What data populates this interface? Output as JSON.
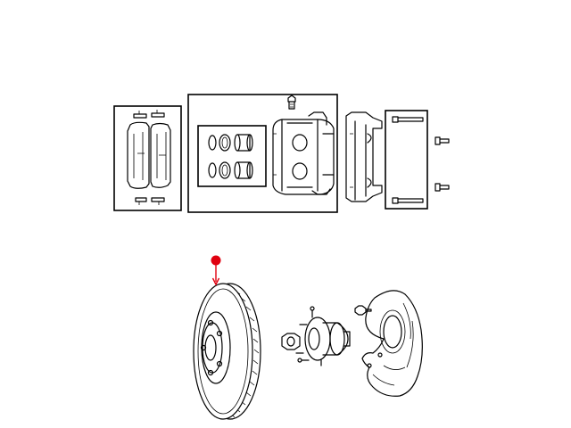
{
  "diagram": {
    "background_color": "#ffffff",
    "line_color": "#000000",
    "highlight": {
      "color": "#e0000f",
      "icon": "callout-marker-icon",
      "target_part": "brake-rotor"
    },
    "parts": [
      {
        "id": "brake-pad-kit",
        "icon": "brake-pads-icon"
      },
      {
        "id": "caliper-seal-kit",
        "icon": "seal-rings-icon"
      },
      {
        "id": "brake-caliper",
        "icon": "caliper-icon"
      },
      {
        "id": "caliper-adapter",
        "icon": "adapter-bracket-icon"
      },
      {
        "id": "caliper-bolt-kit",
        "icon": "bolts-icon"
      },
      {
        "id": "brake-rotor",
        "icon": "rotor-icon"
      },
      {
        "id": "hub-bearing",
        "icon": "hub-icon"
      },
      {
        "id": "disc-brake-shield",
        "icon": "splash-shield-icon"
      }
    ]
  }
}
